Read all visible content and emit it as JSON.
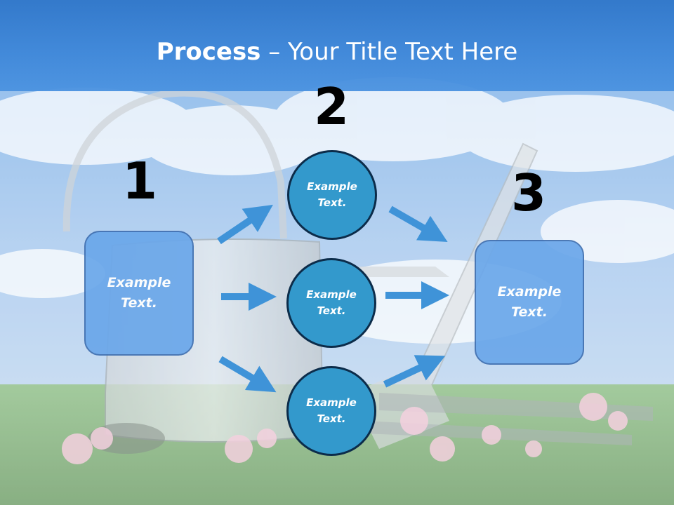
{
  "title": {
    "bold": "Process",
    "rest": " – Your Title Text Here"
  },
  "steps": [
    {
      "number": "1",
      "label": "Example\nText."
    },
    {
      "number": "2",
      "label": ""
    },
    {
      "number": "3",
      "label": "Example\nText."
    }
  ],
  "circles": [
    {
      "label": "Example\nText."
    },
    {
      "label": "Example\nText."
    },
    {
      "label": "Example\nText."
    }
  ],
  "colors": {
    "title_bar": "#3d86d8",
    "box_fill": "#6aa7ea",
    "box_border": "#3f6fb0",
    "circle_fill": "#3399cc",
    "circle_border": "#0c2c4a",
    "arrow": "#3f93d8"
  }
}
